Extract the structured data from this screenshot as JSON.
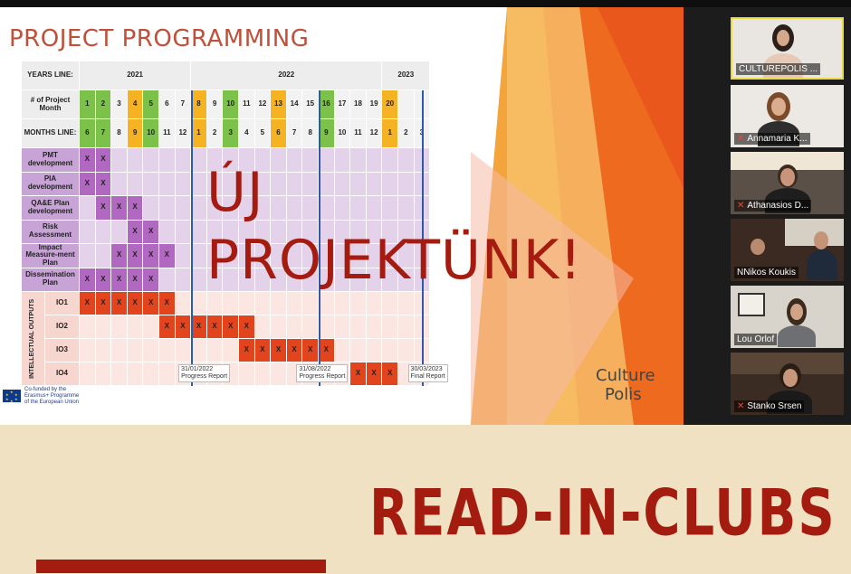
{
  "slide": {
    "title": "PROJECT PROGRAMMING",
    "overlay_line1": "ÚJ",
    "overlay_line2": "PROJEKTÜNK!",
    "logo_line1": "Culture",
    "logo_line2": "Polis",
    "eu_text": [
      "Co-funded by the",
      "Erasmus+ Programme",
      "of the European Union"
    ]
  },
  "gantt": {
    "row_labels": {
      "years": "YEARS LINE:",
      "project_month": "# of Project Month",
      "months": "MONTHS LINE:"
    },
    "years": [
      "2021",
      "2022",
      "2023"
    ],
    "project_months": [
      "1",
      "2",
      "3",
      "4",
      "5",
      "6",
      "7",
      "8",
      "9",
      "10",
      "11",
      "12",
      "13",
      "14",
      "15",
      "16",
      "17",
      "18",
      "19",
      "20",
      "",
      ""
    ],
    "calendar_months": [
      "6",
      "7",
      "8",
      "9",
      "10",
      "11",
      "12",
      "1",
      "2",
      "3",
      "4",
      "5",
      "6",
      "7",
      "8",
      "9",
      "10",
      "11",
      "12",
      "1",
      "2",
      "3"
    ],
    "highlight_green": [
      1,
      2,
      5,
      10,
      16
    ],
    "highlight_yellow": [
      4,
      8,
      13,
      20
    ],
    "activities": [
      {
        "label": "PMT development",
        "cells": [
          1,
          2
        ]
      },
      {
        "label": "PIA development",
        "cells": [
          1,
          2
        ]
      },
      {
        "label": "QA&E Plan development",
        "cells": [
          2,
          3,
          4
        ]
      },
      {
        "label": "Risk Assessment",
        "cells": [
          4,
          5
        ]
      },
      {
        "label": "Impact Measure-ment Plan",
        "cells": [
          3,
          4,
          5,
          6
        ]
      },
      {
        "label": "Dissemination Plan",
        "cells": [
          1,
          2,
          3,
          4,
          5
        ]
      }
    ],
    "outputs_group_label": "INTELLECTUAL OUTPUTS",
    "outputs": [
      {
        "label": "IO1",
        "cells": [
          1,
          2,
          3,
          4,
          5,
          6
        ]
      },
      {
        "label": "IO2",
        "cells": [
          6,
          7,
          8,
          9,
          10,
          11
        ]
      },
      {
        "label": "IO3",
        "cells": [
          11,
          12,
          13,
          14,
          15,
          16
        ]
      },
      {
        "label": "IO4",
        "cells": [
          18,
          19,
          20
        ]
      }
    ],
    "mark": "X",
    "milestones": [
      {
        "date": "31/01/2022",
        "label": "Progress Report"
      },
      {
        "date": "31/08/2022",
        "label": "Progress Report"
      },
      {
        "date": "30/03/2023",
        "label": "Final Report"
      }
    ]
  },
  "participants": [
    {
      "name": "CULTUREPOLIS ...",
      "muted": false,
      "active": true
    },
    {
      "name": "Annamaria K...",
      "muted": true,
      "active": false
    },
    {
      "name": "Athanasios D...",
      "muted": true,
      "active": false
    },
    {
      "name": "NNikos Koukis",
      "muted": false,
      "active": false
    },
    {
      "name": "Lou Orlof",
      "muted": false,
      "active": false
    },
    {
      "name": "Stanko Srsen",
      "muted": true,
      "active": false
    }
  ],
  "banner": "READ-IN-CLUBS",
  "colors": {
    "title": "#c0503a",
    "overlay": "#a51b0f",
    "banner": "#a41c10",
    "background_bottom": "#efe1c1",
    "gantt_purple": "#c7a3d6",
    "gantt_mark_purple": "#b168c1",
    "gantt_pink": "#f7d6cf",
    "gantt_mark_red": "#e2451e",
    "gantt_green": "#7cc24a",
    "gantt_yellow": "#f5b323"
  }
}
